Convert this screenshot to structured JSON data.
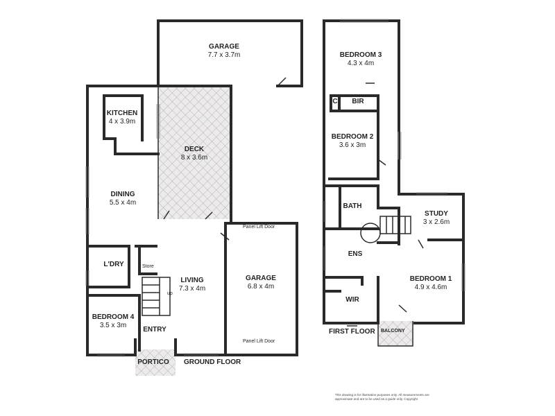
{
  "rooms": {
    "garage_top": {
      "name": "GARAGE",
      "size": "7.7 x 3.7m"
    },
    "kitchen": {
      "name": "KITCHEN",
      "size": "4 x 3.9m"
    },
    "deck": {
      "name": "DECK",
      "size": "8 x 3.6m"
    },
    "dining": {
      "name": "DINING",
      "size": "5.5 x 4m"
    },
    "ldry": {
      "name": "L'DRY"
    },
    "store": {
      "name": "Store"
    },
    "living": {
      "name": "LIVING",
      "size": "7.3 x 4m"
    },
    "garage_bottom": {
      "name": "GARAGE",
      "size": "6.8 x 4m"
    },
    "bedroom4": {
      "name": "BEDROOM 4",
      "size": "3.5 x 3m"
    },
    "entry": {
      "name": "ENTRY"
    },
    "portico": {
      "name": "PORTICO"
    },
    "bedroom3": {
      "name": "BEDROOM 3",
      "size": "4.3 x 4m"
    },
    "c": {
      "name": "C"
    },
    "bir": {
      "name": "BIR"
    },
    "bedroom2": {
      "name": "BEDROOM 2",
      "size": "3.6 x 3m"
    },
    "bath": {
      "name": "BATH"
    },
    "study": {
      "name": "STUDY",
      "size": "3 x 2.6m"
    },
    "ens": {
      "name": "ENS"
    },
    "bedroom1": {
      "name": "BEDROOM 1",
      "size": "4.9 x 4.6m"
    },
    "wir": {
      "name": "WIR"
    },
    "balcony": {
      "name": "BALCONY"
    }
  },
  "labels": {
    "panel_lift_top": "Panel Lift Door",
    "panel_lift_bottom": "Panel Lift Door",
    "up": "up",
    "ground_floor": "GROUND FLOOR",
    "first_floor": "FIRST FLOOR"
  },
  "disclaimer": "This drawing is for illustration purposes only. All measurements are approximate and are to be used as a guide only. Copyright"
}
